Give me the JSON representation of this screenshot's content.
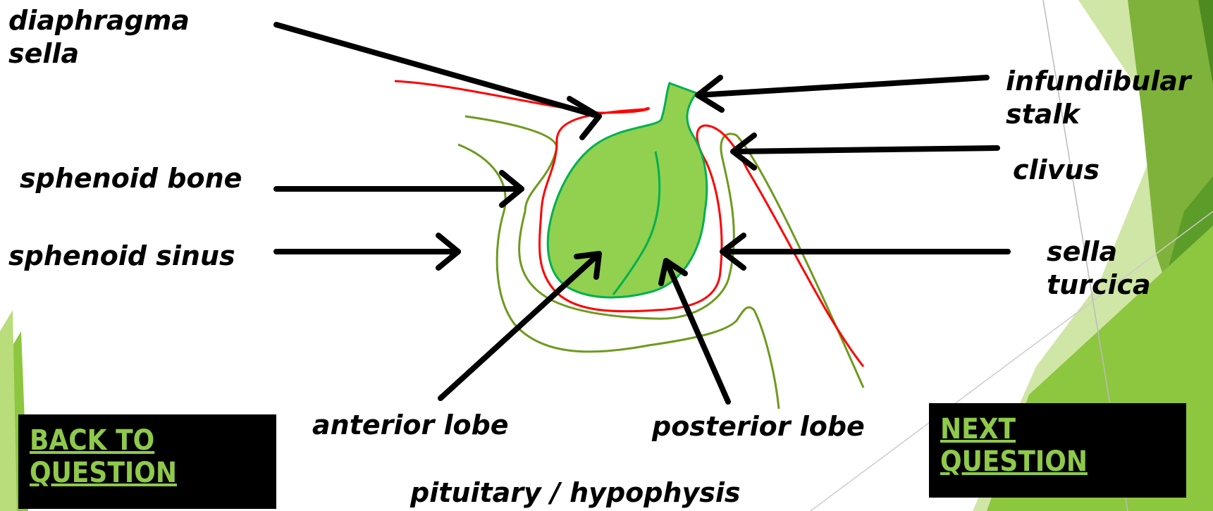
{
  "labels": {
    "diaphragma_sella": [
      "diaphragma",
      "sella"
    ],
    "sphenoid_bone": "sphenoid bone",
    "sphenoid_sinus": "sphenoid sinus",
    "infundibular_stalk": [
      "infundibular",
      "stalk"
    ],
    "clivus": "clivus",
    "sella_turcica": [
      "sella",
      "turcica"
    ],
    "anterior_lobe": "anterior lobe",
    "posterior_lobe": "posterior lobe",
    "caption": "pituitary / hypophysis"
  },
  "nav": {
    "back": [
      "BACK TO",
      "QUESTION"
    ],
    "next": [
      "NEXT",
      "QUESTION"
    ]
  },
  "colors": {
    "gland_fill": "#92d050",
    "gland_outline": "#00b050",
    "dura_line": "#ff0000",
    "bone_line": "#6e9a1e",
    "nav_text": "#8fc94a",
    "nav_bg": "#000000"
  }
}
